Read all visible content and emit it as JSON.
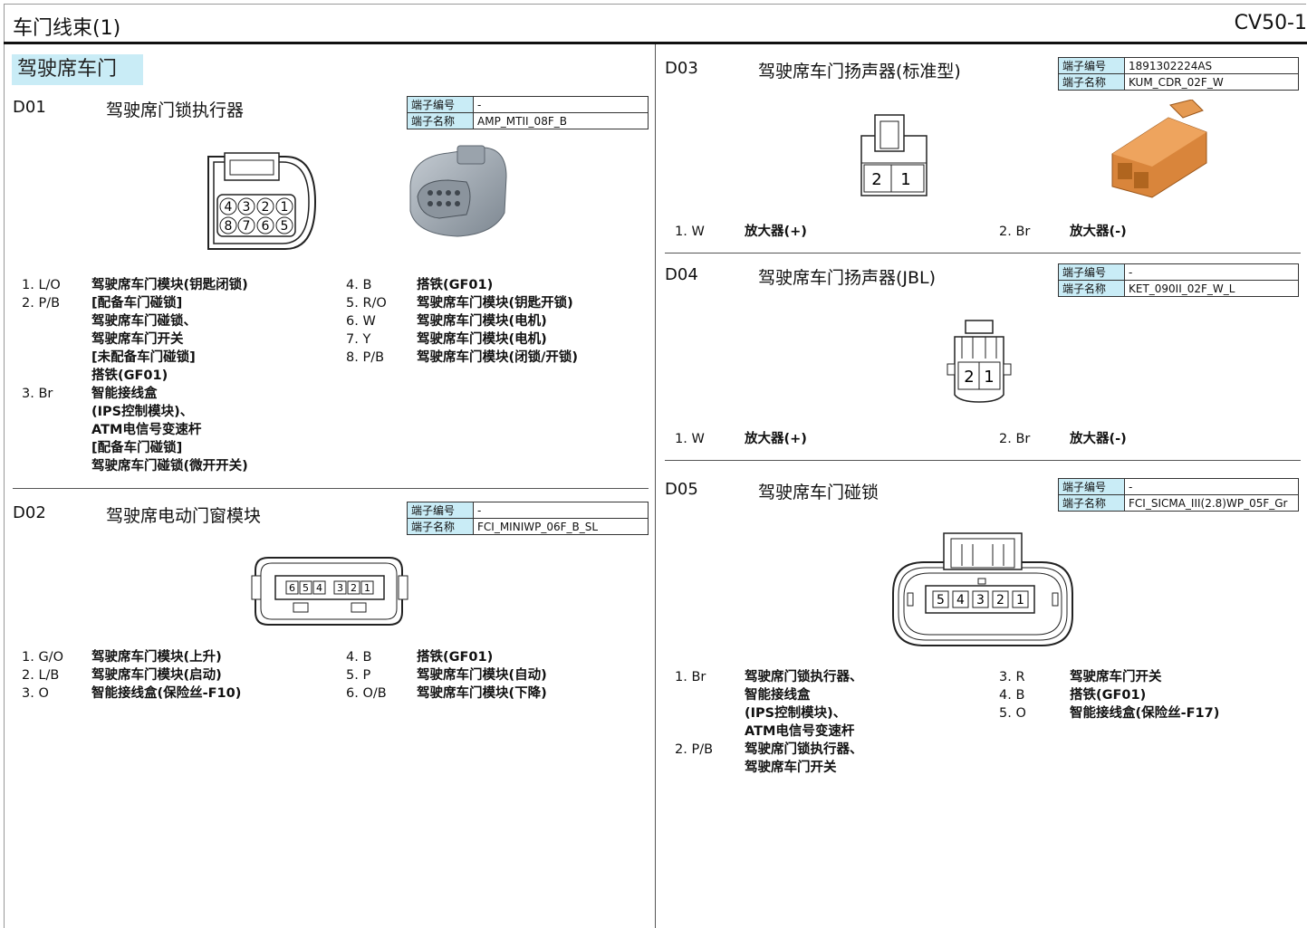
{
  "header": {
    "title": "车门线束(1)",
    "code": "CV50-1"
  },
  "section": {
    "title": "驾驶席车门"
  },
  "labels": {
    "term_no": "端子编号",
    "term_name": "端子名称"
  },
  "connectors": {
    "d01": {
      "id": "D01",
      "name": "驾驶席门锁执行器",
      "term_no": "-",
      "term_name": "AMP_MTII_08F_B",
      "pin_labels": [
        "4",
        "3",
        "2",
        "1",
        "8",
        "7",
        "6",
        "5"
      ],
      "pins_left": [
        {
          "num": "1. L/O",
          "lines": [
            "驾驶席车门模块(钥匙闭锁)"
          ]
        },
        {
          "num": "2. P/B",
          "lines": [
            "[配备车门碰锁]",
            "驾驶席车门碰锁、",
            "驾驶席车门开关",
            "[未配备车门碰锁]",
            "搭铁(GF01)"
          ]
        },
        {
          "num": "3. Br",
          "lines": [
            "智能接线盒",
            "(IPS控制模块)、",
            "ATM电信号变速杆",
            "[配备车门碰锁]",
            "驾驶席车门碰锁(微开开关)"
          ]
        }
      ],
      "pins_right": [
        {
          "num": "4. B",
          "text": "搭铁(GF01)"
        },
        {
          "num": "5. R/O",
          "text": "驾驶席车门模块(钥匙开锁)"
        },
        {
          "num": "6. W",
          "text": "驾驶席车门模块(电机)"
        },
        {
          "num": "7. Y",
          "text": "驾驶席车门模块(电机)"
        },
        {
          "num": "8. P/B",
          "text": "驾驶席车门模块(闭锁/开锁)"
        }
      ]
    },
    "d02": {
      "id": "D02",
      "name": "驾驶席电动门窗模块",
      "term_no": "-",
      "term_name": "FCI_MINIWP_06F_B_SL",
      "pin_labels": [
        "6",
        "5",
        "4",
        "3",
        "2",
        "1"
      ],
      "pins_left": [
        {
          "num": "1. G/O",
          "text": "驾驶席车门模块(上升)"
        },
        {
          "num": "2. L/B",
          "text": "驾驶席车门模块(启动)"
        },
        {
          "num": "3. O",
          "text": "智能接线盒(保险丝-F10)"
        }
      ],
      "pins_right": [
        {
          "num": "4. B",
          "text": "搭铁(GF01)"
        },
        {
          "num": "5. P",
          "text": "驾驶席车门模块(自动)"
        },
        {
          "num": "6. O/B",
          "text": "驾驶席车门模块(下降)"
        }
      ]
    },
    "d03": {
      "id": "D03",
      "name": "驾驶席车门扬声器(标准型)",
      "term_no": "1891302224AS",
      "term_name": "KUM_CDR_02F_W",
      "pin_labels": [
        "2",
        "1"
      ],
      "pins": [
        {
          "num": "1. W",
          "text": "放大器(+)"
        },
        {
          "num": "2. Br",
          "text": "放大器(-)"
        }
      ]
    },
    "d04": {
      "id": "D04",
      "name": "驾驶席车门扬声器(JBL)",
      "term_no": "-",
      "term_name": "KET_090II_02F_W_L",
      "pin_labels": [
        "2",
        "1"
      ],
      "pins": [
        {
          "num": "1. W",
          "text": "放大器(+)"
        },
        {
          "num": "2. Br",
          "text": "放大器(-)"
        }
      ]
    },
    "d05": {
      "id": "D05",
      "name": "驾驶席车门碰锁",
      "term_no": "-",
      "term_name": "FCI_SICMA_III(2.8)WP_05F_Gr",
      "pin_labels": [
        "5",
        "4",
        "3",
        "2",
        "1"
      ],
      "pins_left": [
        {
          "num": "1. Br",
          "lines": [
            "驾驶席门锁执行器、",
            "智能接线盒",
            "(IPS控制模块)、",
            "ATM电信号变速杆"
          ]
        },
        {
          "num": "2. P/B",
          "lines": [
            "驾驶席门锁执行器、",
            "驾驶席车门开关"
          ]
        }
      ],
      "pins_right": [
        {
          "num": "3. R",
          "text": "驾驶席车门开关"
        },
        {
          "num": "4. B",
          "text": "搭铁(GF01)"
        },
        {
          "num": "5. O",
          "text": "智能接线盒(保险丝-F17)"
        }
      ]
    }
  }
}
